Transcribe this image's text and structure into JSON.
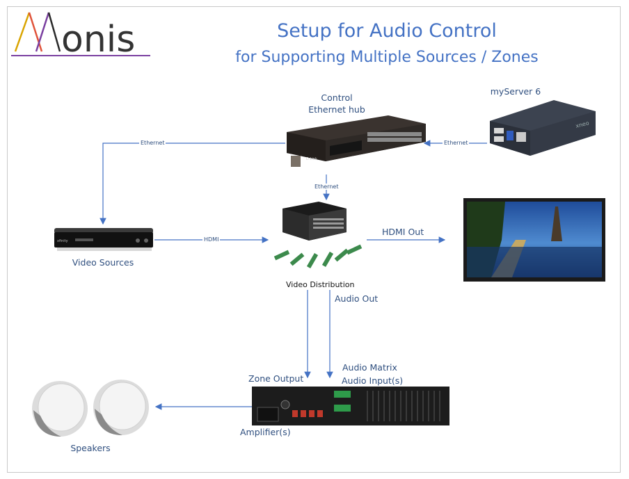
{
  "logo": {
    "text": "Allonis"
  },
  "title": {
    "line1": "Setup for Audio Control",
    "line2": "for Supporting Multiple Sources / Zones"
  },
  "nodes": {
    "hub": {
      "label1": "Control",
      "label2": "Ethernet hub"
    },
    "server": {
      "label": "myServer 6"
    },
    "video_sources": {
      "label": "Video Sources"
    },
    "video_distribution": {
      "label": "Video Distribution"
    },
    "speakers": {
      "label": "Speakers"
    },
    "amplifier": {
      "label": "Amplifier(s)"
    }
  },
  "edges": {
    "eth_left": "Ethernet",
    "eth_right": "Ethernet",
    "eth_down": "Ethernet",
    "hdmi": "HDMI",
    "hdmi_out": "HDMI Out",
    "audio_out": "Audio Out",
    "zone_output": "Zone Output",
    "audio_matrix": "Audio Matrix",
    "audio_inputs": "Audio Input(s)"
  },
  "colors": {
    "accent": "#4472c4",
    "arrow": "#4472c4"
  }
}
